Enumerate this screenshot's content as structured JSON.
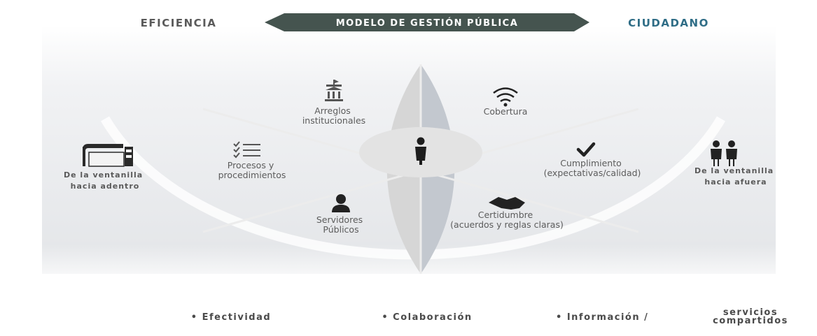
{
  "header": {
    "left": "EFICIENCIA",
    "center": "MODELO DE GESTIÓN PÚBLICA",
    "right": "CIUDADANO"
  },
  "left_segments": [
    {
      "lines": [
        "Arreglos",
        "institucionales"
      ],
      "icon": "building-icon"
    },
    {
      "lines": [
        "Procesos y",
        "procedimientos"
      ],
      "icon": "checklist-icon"
    },
    {
      "lines": [
        "Servidores",
        "Públicos"
      ],
      "icon": "person-icon"
    }
  ],
  "right_segments": [
    {
      "lines": [
        "Cobertura"
      ],
      "icon": "wifi-icon"
    },
    {
      "lines": [
        "Cumplimiento",
        "(expectativas/calidad)"
      ],
      "icon": "checkmark-icon"
    },
    {
      "lines": [
        "Certidumbre",
        "(acuerdos y reglas claras)"
      ],
      "icon": "handshake-icon"
    }
  ],
  "center_icon": "citizen-icon",
  "left_side": {
    "lines": [
      "De la ventanilla",
      "hacia adentro"
    ],
    "icon": "counter-icon"
  },
  "right_side": {
    "lines": [
      "De la ventanilla",
      "hacia afuera"
    ],
    "icon": "people-icon"
  },
  "results": {
    "title": "RESULTADOS",
    "items": [
      "• Efectividad",
      "• Colaboración",
      "• Información /"
    ],
    "stacked": [
      "servicios",
      "compartidos"
    ]
  },
  "colors": {
    "banner": "#45544f",
    "ciudadano": "#2f6d86",
    "eficiencia": "#5a5a5a",
    "left_shade": "#d6d6d6",
    "right_shade": "#c3c8cf",
    "center_circle": "#e3e3e3"
  }
}
